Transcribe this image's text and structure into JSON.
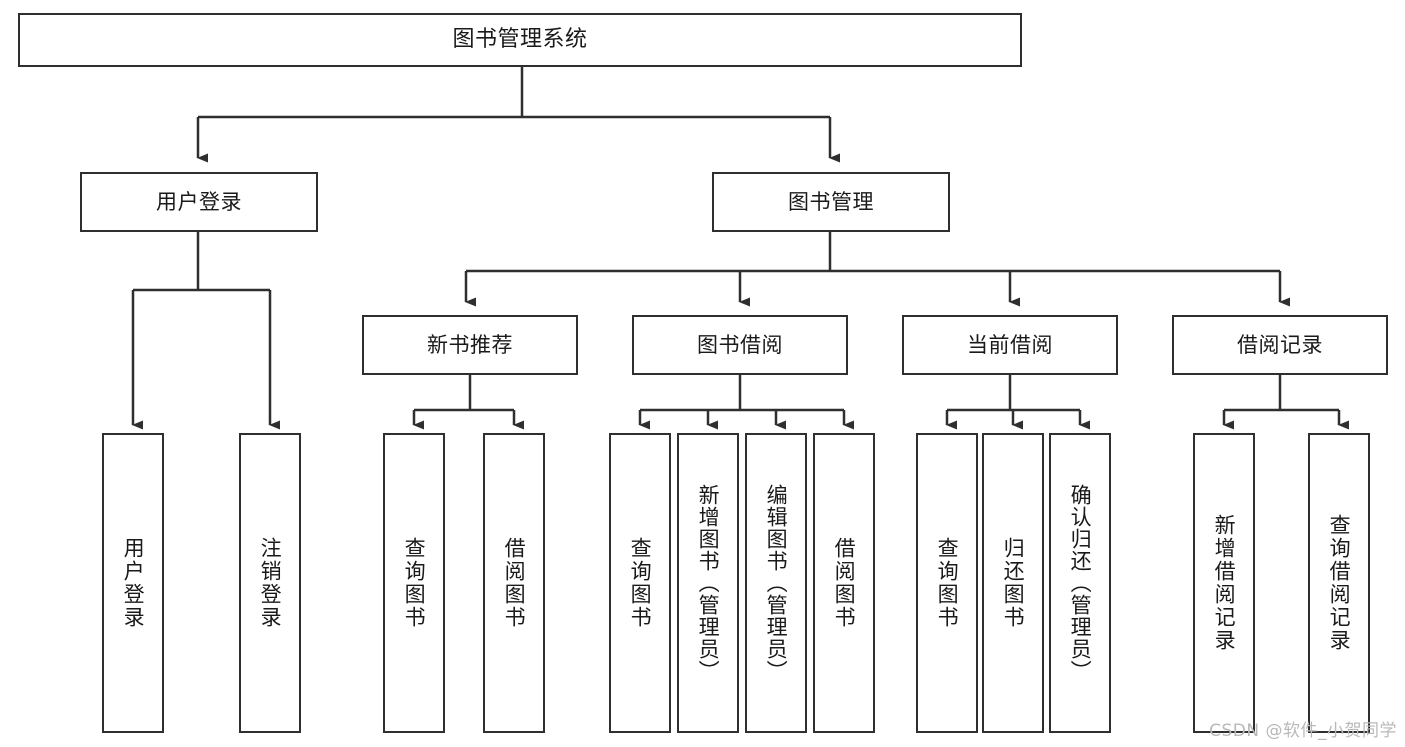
{
  "diagram": {
    "title": "图书管理系统",
    "type": "tree-hierarchy-diagram",
    "colors": {
      "stroke": "#2f2f2f",
      "fill": "#ffffff",
      "text": "#1a1a1a",
      "watermark": "#b9b9b9"
    },
    "levels": {
      "root": {
        "label": "图书管理系统"
      },
      "level2": [
        {
          "id": "user-login",
          "label": "用户登录"
        },
        {
          "id": "book-manage",
          "label": "图书管理"
        }
      ],
      "level3": [
        {
          "id": "new-book-recommend",
          "label": "新书推荐"
        },
        {
          "id": "book-borrow",
          "label": "图书借阅"
        },
        {
          "id": "current-borrow",
          "label": "当前借阅"
        },
        {
          "id": "borrow-record",
          "label": "借阅记录"
        }
      ],
      "leaves": {
        "user-login": [
          {
            "id": "leaf-user-login",
            "label": "用户登录"
          },
          {
            "id": "leaf-logout-login",
            "label": "注销登录"
          }
        ],
        "new-book-recommend": [
          {
            "id": "leaf-query-book-1",
            "label": "查询图书"
          },
          {
            "id": "leaf-borrow-book-1",
            "label": "借阅图书"
          }
        ],
        "book-borrow": [
          {
            "id": "leaf-query-book-2",
            "label": "查询图书"
          },
          {
            "id": "leaf-add-book-admin",
            "label": "新增图书（管理员）"
          },
          {
            "id": "leaf-edit-book-admin",
            "label": "编辑图书（管理员）"
          },
          {
            "id": "leaf-borrow-book-2",
            "label": "借阅图书"
          }
        ],
        "current-borrow": [
          {
            "id": "leaf-query-book-3",
            "label": "查询图书"
          },
          {
            "id": "leaf-return-book",
            "label": "归还图书"
          },
          {
            "id": "leaf-confirm-return-admin",
            "label": "确认归还（管理员）"
          }
        ],
        "borrow-record": [
          {
            "id": "leaf-add-borrow-record",
            "label": "新增借阅记录"
          },
          {
            "id": "leaf-query-borrow-record",
            "label": "查询借阅记录"
          }
        ]
      }
    },
    "watermark": "CSDN @软件_小贺同学"
  }
}
